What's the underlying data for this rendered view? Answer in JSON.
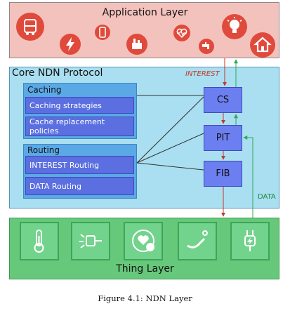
{
  "application_layer": {
    "title": "Application Layer"
  },
  "core_layer": {
    "title": "Core NDN Protocol",
    "caching": {
      "title": "Caching",
      "items": [
        "Caching strategies",
        "Cache replacement policies"
      ]
    },
    "routing": {
      "title": "Routing",
      "items": [
        "INTEREST Routing",
        "DATA Routing"
      ]
    },
    "nodes": [
      "CS",
      "PIT",
      "FIB"
    ]
  },
  "labels": {
    "interest": "INTEREST",
    "data": "DATA"
  },
  "thing_layer": {
    "title": "Thing Layer"
  },
  "caption": "Figure 4.1: NDN Layer",
  "icons": {
    "application": [
      "bus-icon",
      "lightning-icon",
      "phone-icon",
      "factory-icon",
      "heart-monitor-icon",
      "faucet-icon",
      "lightbulb-icon",
      "house-icon"
    ],
    "thing": [
      "thermometer-icon",
      "lamp-icon",
      "heart-check-icon",
      "pipe-icon",
      "plug-icon"
    ]
  },
  "colors": {
    "interest_arrow": "#c0392b",
    "data_arrow": "#2fa84f"
  }
}
